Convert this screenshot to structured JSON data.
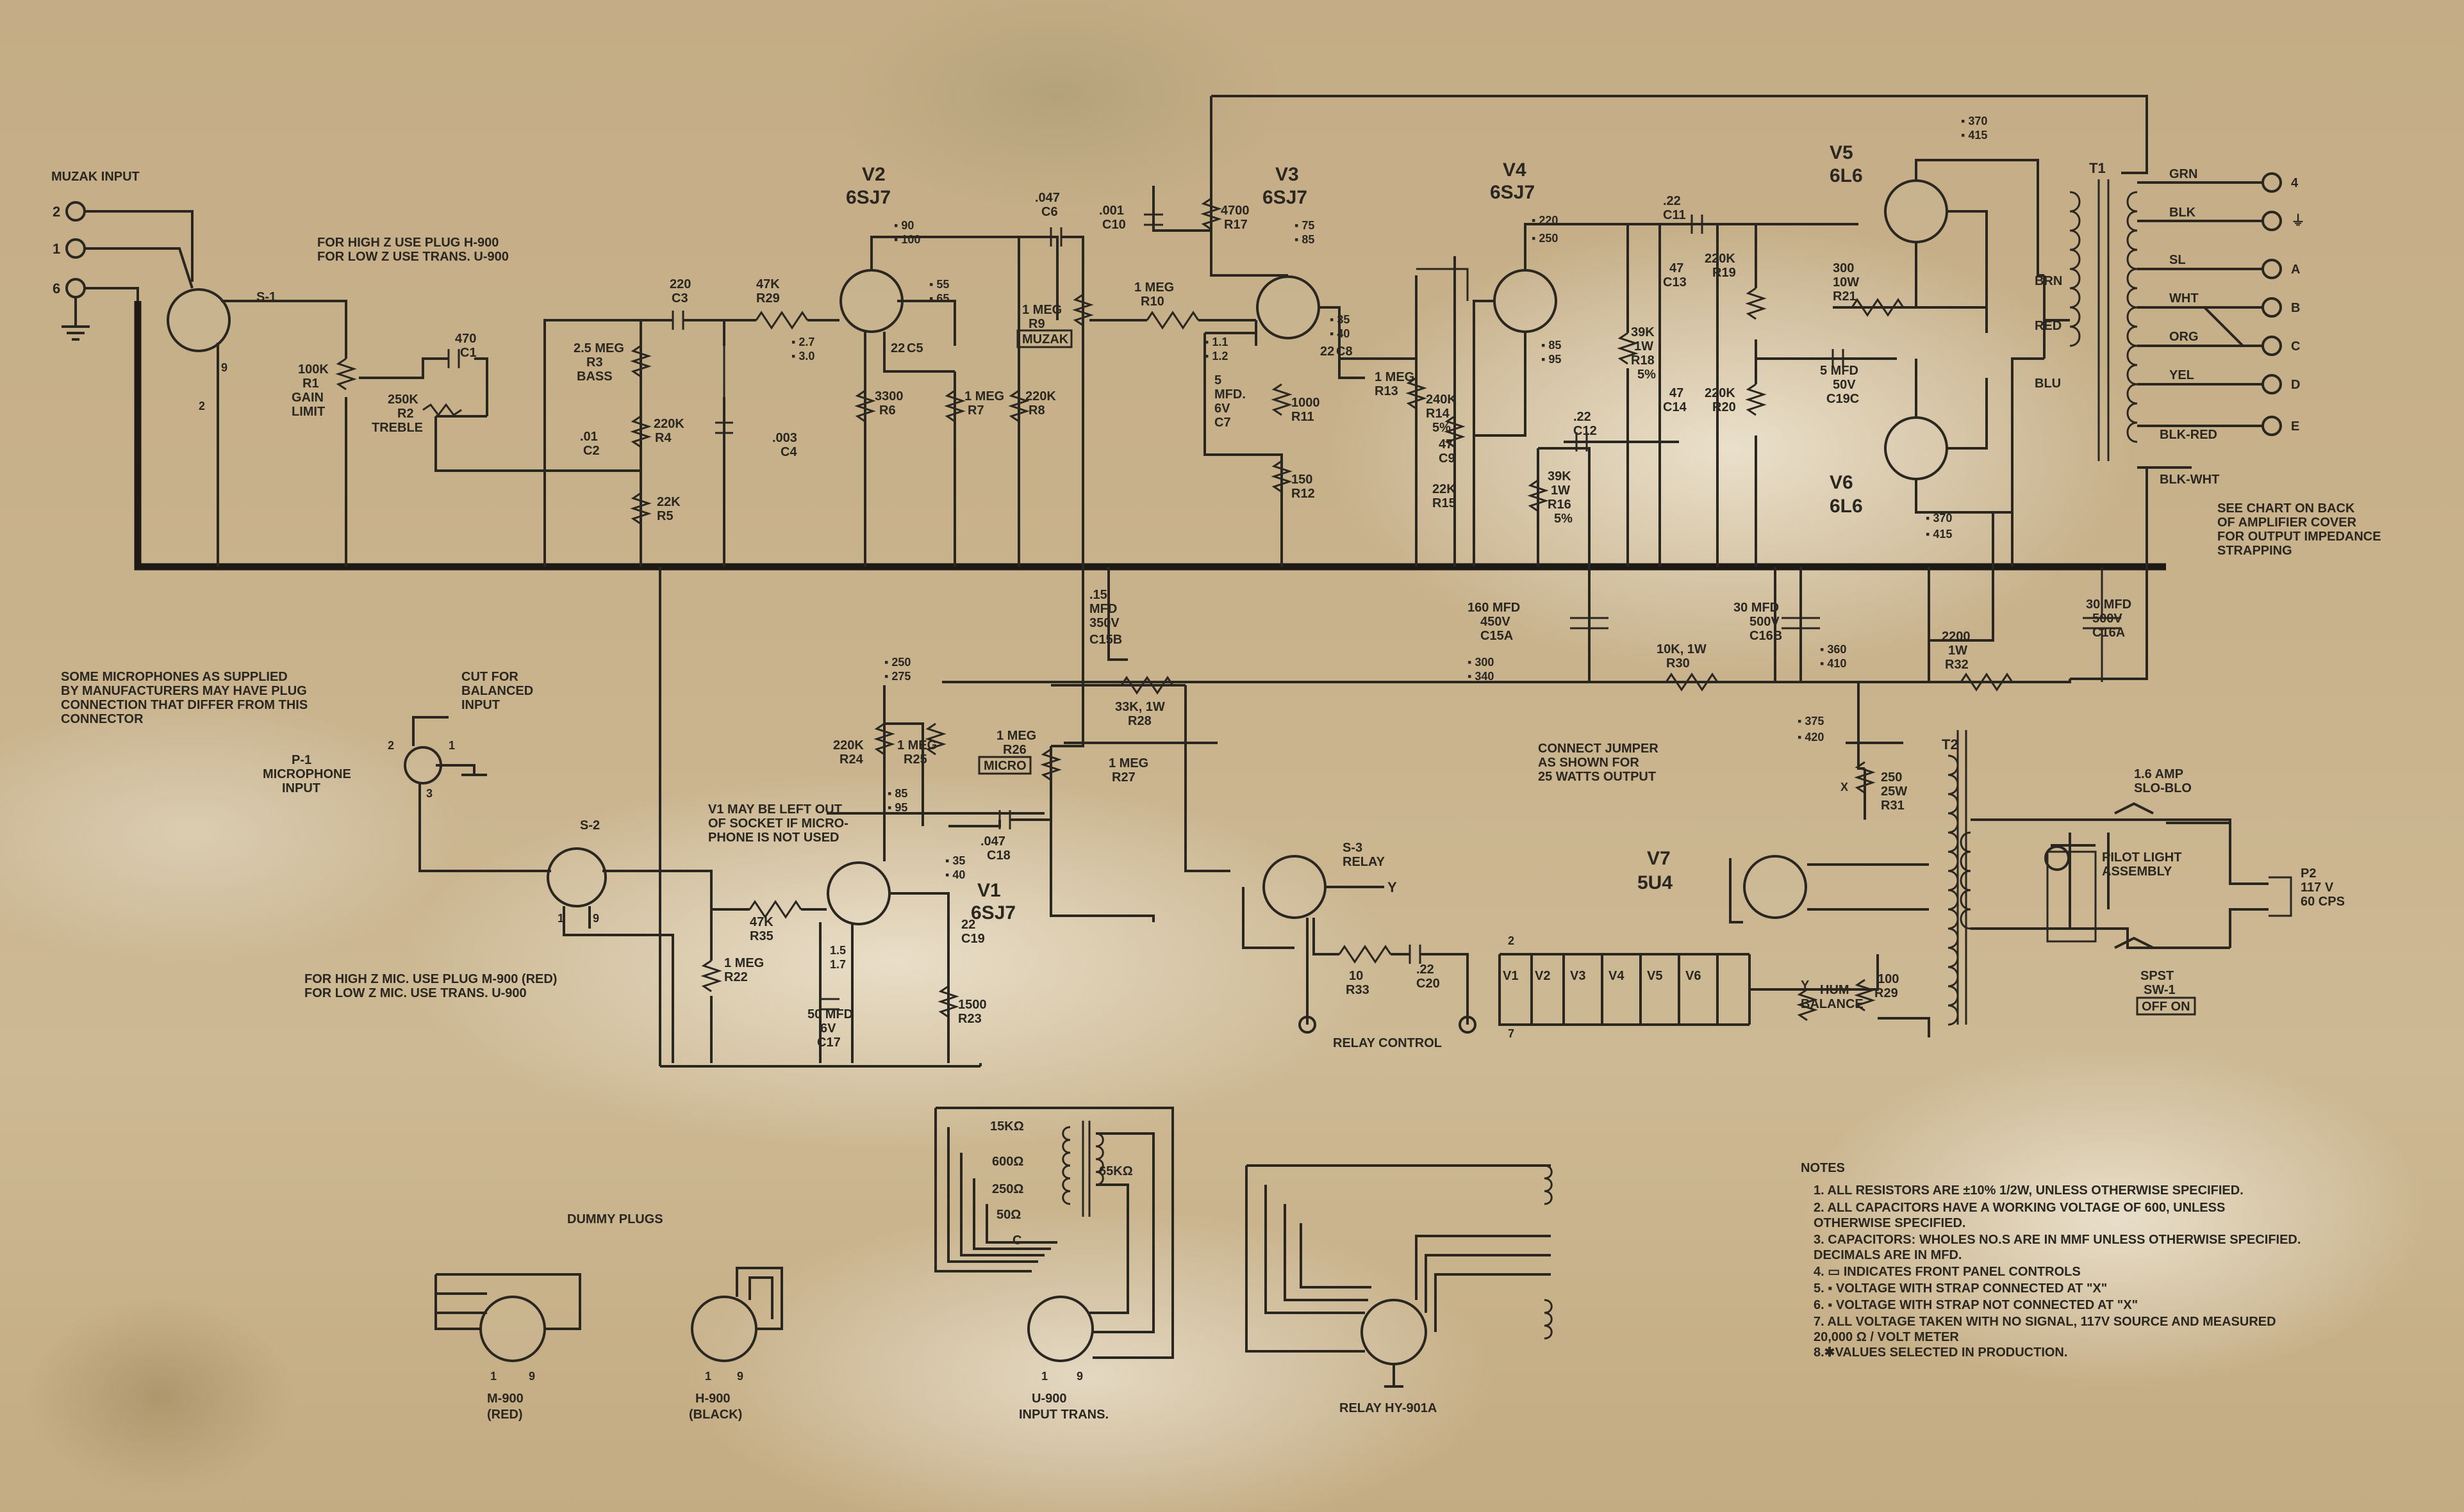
{
  "input": {
    "title": "MUZAK INPUT",
    "pins": [
      "2",
      "1",
      "6"
    ],
    "plug_note_high": "FOR HIGH Z USE PLUG H-900",
    "plug_note_low": "FOR LOW Z USE TRANS. U-900",
    "socket_label": "S-1",
    "pin_9": "9",
    "pin_2": "2"
  },
  "tubes": [
    {
      "ref": "V1",
      "type": "6SJ7"
    },
    {
      "ref": "V2",
      "type": "6SJ7"
    },
    {
      "ref": "V3",
      "type": "6SJ7"
    },
    {
      "ref": "V4",
      "type": "6SJ7"
    },
    {
      "ref": "V5",
      "type": "6L6"
    },
    {
      "ref": "V6",
      "type": "6L6"
    },
    {
      "ref": "V7",
      "type": "5U4"
    }
  ],
  "components": {
    "r1": [
      "100K",
      "R1",
      "GAIN",
      "LIMIT"
    ],
    "r2": [
      "250K",
      "R2",
      "TREBLE"
    ],
    "c1": [
      "470",
      "C1"
    ],
    "c2": [
      ".01",
      "C2"
    ],
    "c3": [
      "220",
      "C3"
    ],
    "r29": [
      "47K",
      "R29"
    ],
    "r3": [
      "2.5 MEG",
      "R3",
      "BASS"
    ],
    "r4": [
      "220K",
      "R4"
    ],
    "r5": [
      "22K",
      "R5"
    ],
    "c4": [
      ".003",
      "C4"
    ],
    "r6": [
      "3300",
      "R6"
    ],
    "c5": [
      "22",
      "C5"
    ],
    "r7": [
      "1 MEG",
      "R7"
    ],
    "r8": [
      "220K",
      "R8"
    ],
    "c6": [
      ".047",
      "C6"
    ],
    "r9": [
      "1 MEG",
      "R9",
      "MUZAK"
    ],
    "r10": [
      "1 MEG",
      "R10"
    ],
    "c10": [
      ".001",
      "C10"
    ],
    "r17": [
      "4700",
      "R17"
    ],
    "c7": [
      "5",
      "MFD.",
      "6V",
      "C7"
    ],
    "r11": [
      "1000",
      "R11"
    ],
    "r12": [
      "150",
      "R12"
    ],
    "c8": [
      "22",
      "C8"
    ],
    "r13": [
      "1 MEG",
      "R13"
    ],
    "r14": [
      "240K",
      "R14",
      "5%"
    ],
    "c9": [
      "47",
      "C9"
    ],
    "r15": [
      "22K",
      "R15"
    ],
    "c11": [
      ".22",
      "C11"
    ],
    "c12": [
      ".22",
      "C12"
    ],
    "c13": [
      "47",
      "C13"
    ],
    "c14": [
      "47",
      "C14"
    ],
    "r16": [
      "39K",
      "1W",
      "R16",
      "5%"
    ],
    "r18": [
      "39K",
      "1W",
      "R18",
      "5%"
    ],
    "r19": [
      "220K",
      "R19"
    ],
    "r20": [
      "220K",
      "R20"
    ],
    "r21": [
      "300",
      "10W",
      "R21"
    ],
    "c19c": [
      "5 MFD",
      "50V",
      "C19C"
    ],
    "c15b": [
      ".15",
      "MFD",
      "350V",
      "C15B"
    ],
    "c15a": [
      "160 MFD",
      "450V",
      "C15A"
    ],
    "c16b": [
      "30 MFD",
      "500V",
      "C16B"
    ],
    "c16a": [
      "30 MFD",
      "500V",
      "C16A"
    ],
    "r30": [
      "10K, 1W",
      "R30"
    ],
    "r32": [
      "2200",
      "1W",
      "R32"
    ],
    "r26": [
      "1 MEG",
      "R26",
      "MICRO"
    ],
    "r28": [
      "33K, 1W",
      "R28"
    ],
    "r27": [
      "1 MEG",
      "R27"
    ],
    "r24": [
      "220K",
      "R24"
    ],
    "r25": [
      "1 MEG",
      "R25"
    ],
    "c18": [
      ".047",
      "C18"
    ],
    "r35": [
      "47K",
      "R35"
    ],
    "r22": [
      "1 MEG",
      "R22"
    ],
    "c17": [
      "50 MFD",
      "6V",
      "C17"
    ],
    "c19": [
      "22",
      "C19"
    ],
    "r23": [
      "1500",
      "R23"
    ],
    "r31": [
      "250",
      "25W",
      "R31"
    ],
    "r33": [
      "10",
      "R33"
    ],
    "c20": [
      ".22",
      "C20"
    ],
    "r29b": [
      "100",
      "R29"
    ]
  },
  "voltages": {
    "v2": [
      "▪ 90",
      "▪ 100"
    ],
    "v2k": [
      "▪ 55",
      "▪ 65"
    ],
    "v2g": [
      "▪ 2.7",
      "▪ 3.0"
    ],
    "v3": [
      "▪ 75",
      "▪ 85"
    ],
    "v3k": [
      "▪ 35",
      "▪ 40"
    ],
    "v3c": [
      "▪ 1.1",
      "▪ 1.2"
    ],
    "v4": [
      "▪ 220",
      "▪ 250"
    ],
    "v4k": [
      "▪ 85",
      "▪ 95"
    ],
    "v5": [
      "▪ 370",
      "▪ 415"
    ],
    "v6": [
      "▪ 370",
      "▪ 415"
    ],
    "b1": [
      "▪ 300",
      "▪ 340"
    ],
    "b2": [
      "▪ 360",
      "▪ 410"
    ],
    "b3": [
      "▪ 375",
      "▪ 420"
    ],
    "v1a": [
      "▪ 250",
      "▪ 275"
    ],
    "v1b": [
      "▪ 85",
      "▪ 95"
    ],
    "v1c": [
      "▪ 35",
      "▪ 40"
    ],
    "v1d": [
      "1.5",
      "1.7"
    ]
  },
  "output": {
    "transformer": "T1",
    "taps": [
      "GRN",
      "BLK",
      "SL",
      "WHT",
      "ORG",
      "YEL",
      "BLK-RED",
      "BLK-WHT"
    ],
    "terminals": [
      "4",
      "⏚",
      "A",
      "B",
      "C",
      "D",
      "E"
    ],
    "leads": [
      "BRN",
      "RED",
      "BLU"
    ],
    "chart_note": [
      "SEE CHART ON BACK",
      "OF AMPLIFIER COVER",
      "FOR OUTPUT IMPEDANCE",
      "STRAPPING"
    ]
  },
  "mic": {
    "note": [
      "SOME MICROPHONES AS SUPPLIED",
      "BY MANUFACTURERS MAY HAVE PLUG",
      "CONNECTION THAT DIFFER FROM THIS",
      "CONNECTOR"
    ],
    "cut_note": [
      "CUT FOR",
      "BALANCED",
      "INPUT"
    ],
    "plug": [
      "P-1",
      "MICROPHONE",
      "INPUT"
    ],
    "pins": [
      "2",
      "1",
      "3"
    ],
    "socket": "S-2",
    "socket_pins": [
      "1",
      "9"
    ],
    "plug_note": [
      "FOR HIGH Z MIC. USE PLUG M-900 (RED)",
      "FOR LOW Z MIC. USE TRANS. U-900"
    ],
    "v1_note": [
      "V1 MAY BE LEFT OUT",
      "OF SOCKET IF MICRO-",
      "PHONE IS NOT USED"
    ]
  },
  "relay": {
    "socket": [
      "S-3",
      "RELAY"
    ],
    "y": "Y",
    "control": "RELAY CONTROL"
  },
  "power": {
    "jumper_note": [
      "CONNECT JUMPER",
      "AS SHOWN FOR",
      "25 WATTS OUTPUT"
    ],
    "transformer": "T2",
    "pilot": [
      "PILOT LIGHT",
      "ASSEMBLY"
    ],
    "fuse": [
      "1.6 AMP",
      "SLO-BLO"
    ],
    "plug": [
      "P2",
      "117 V",
      "60 CPS"
    ],
    "switch": [
      "SPST",
      "SW-1"
    ],
    "switch_positions": "OFF ON",
    "heaters": [
      "V1",
      "V2",
      "V3",
      "V4",
      "V5",
      "V6"
    ],
    "hum": [
      "HUM",
      "BALANCE"
    ],
    "pin_2": "2",
    "pin_7": "7",
    "x": "X",
    "y": "Y"
  },
  "dummy": {
    "title": "DUMMY PLUGS",
    "plugs": [
      {
        "name": "M-900",
        "sub": "(RED)"
      },
      {
        "name": "H-900",
        "sub": "(BLACK)"
      },
      {
        "name": "U-900",
        "sub": "INPUT TRANS."
      }
    ],
    "pins": [
      "1",
      "9"
    ],
    "taps": [
      "15KΩ",
      "600Ω",
      "250Ω",
      "50Ω",
      "C"
    ],
    "secondary": "65KΩ",
    "relay": "RELAY HY-901A"
  },
  "notes": {
    "title": "NOTES",
    "lines": [
      "1. ALL RESISTORS ARE ±10% 1/2W, UNLESS OTHERWISE SPECIFIED.",
      "2. ALL CAPACITORS HAVE A WORKING VOLTAGE OF 600, UNLESS",
      "   OTHERWISE SPECIFIED.",
      "3. CAPACITORS: WHOLES NO.S ARE IN MMF UNLESS OTHERWISE SPECIFIED.",
      "   DECIMALS ARE IN MFD.",
      "4. ▭ INDICATES FRONT PANEL CONTROLS",
      "5. ▪ VOLTAGE WITH STRAP CONNECTED AT \"X\"",
      "6. ▪ VOLTAGE WITH STRAP NOT CONNECTED AT \"X\"",
      "7. ALL VOLTAGE TAKEN WITH NO SIGNAL, 117V SOURCE AND MEASURED",
      "   20,000 Ω / VOLT METER",
      "8.✱VALUES SELECTED IN PRODUCTION."
    ]
  }
}
